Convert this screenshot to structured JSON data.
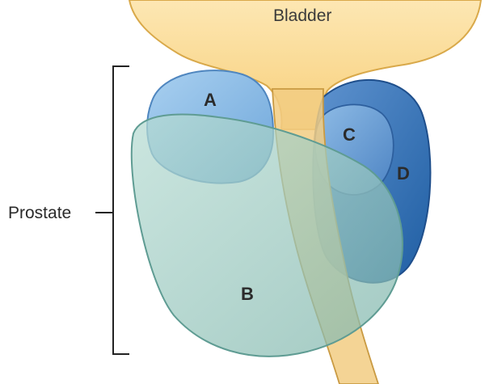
{
  "labels": {
    "bladder": "Bladder",
    "prostate": "Prostate",
    "zone_a": "A",
    "zone_b": "B",
    "zone_c": "C",
    "zone_d": "D"
  },
  "colors": {
    "bladder_fill": "#f9d98e",
    "bladder_stroke": "#d9a94a",
    "urethra_fill": "#f2cd82",
    "zone_a_fill": "#8fc0e8",
    "zone_a_stroke": "#4f86bf",
    "zone_b_fill": "#9cc9c0",
    "zone_b_stroke": "#5f9c93",
    "zone_c_fill": "#6fa2d8",
    "zone_c_stroke": "#2d5f9e",
    "zone_d_fill": "#3f78bd",
    "zone_d_stroke": "#1f4f8c",
    "bracket": "#222222"
  }
}
